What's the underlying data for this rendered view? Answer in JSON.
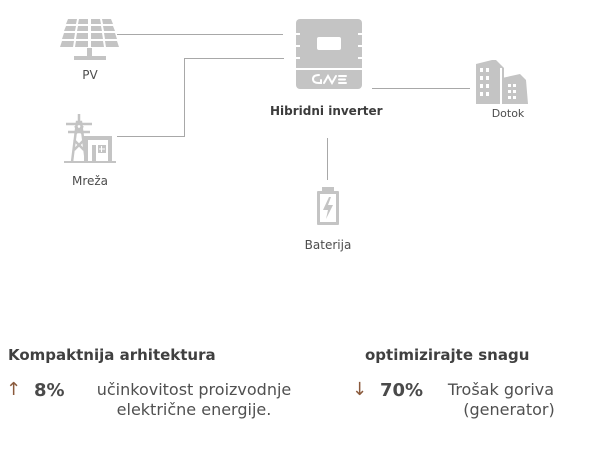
{
  "diagram": {
    "nodes": {
      "pv": {
        "label": "PV",
        "icon": "solar-panel-icon"
      },
      "grid": {
        "label": "Mreža",
        "icon": "power-grid-icon"
      },
      "inverter": {
        "label": "Hibridni inverter",
        "icon": "inverter-icon",
        "logo_text": "GWE"
      },
      "load": {
        "label": "Dotok",
        "icon": "buildings-icon"
      },
      "battery": {
        "label": "Baterija",
        "icon": "battery-icon"
      }
    },
    "icon_color": "#c4c4c4",
    "line_color": "#a8a8a8"
  },
  "features": [
    {
      "heading": "Kompaktnija arhitektura",
      "arrow": "↑",
      "arrow_icon": "arrow-up-icon",
      "value": "8%",
      "text_line1": "učinkovitost proizvodnje",
      "text_line2": "električne energije."
    },
    {
      "heading": "optimizirajte snagu",
      "arrow": "↓",
      "arrow_icon": "arrow-down-icon",
      "value": "70%",
      "text_line1": "Trošak goriva",
      "text_line2": "(generator)"
    }
  ],
  "accent_color": "#8a5a3c"
}
